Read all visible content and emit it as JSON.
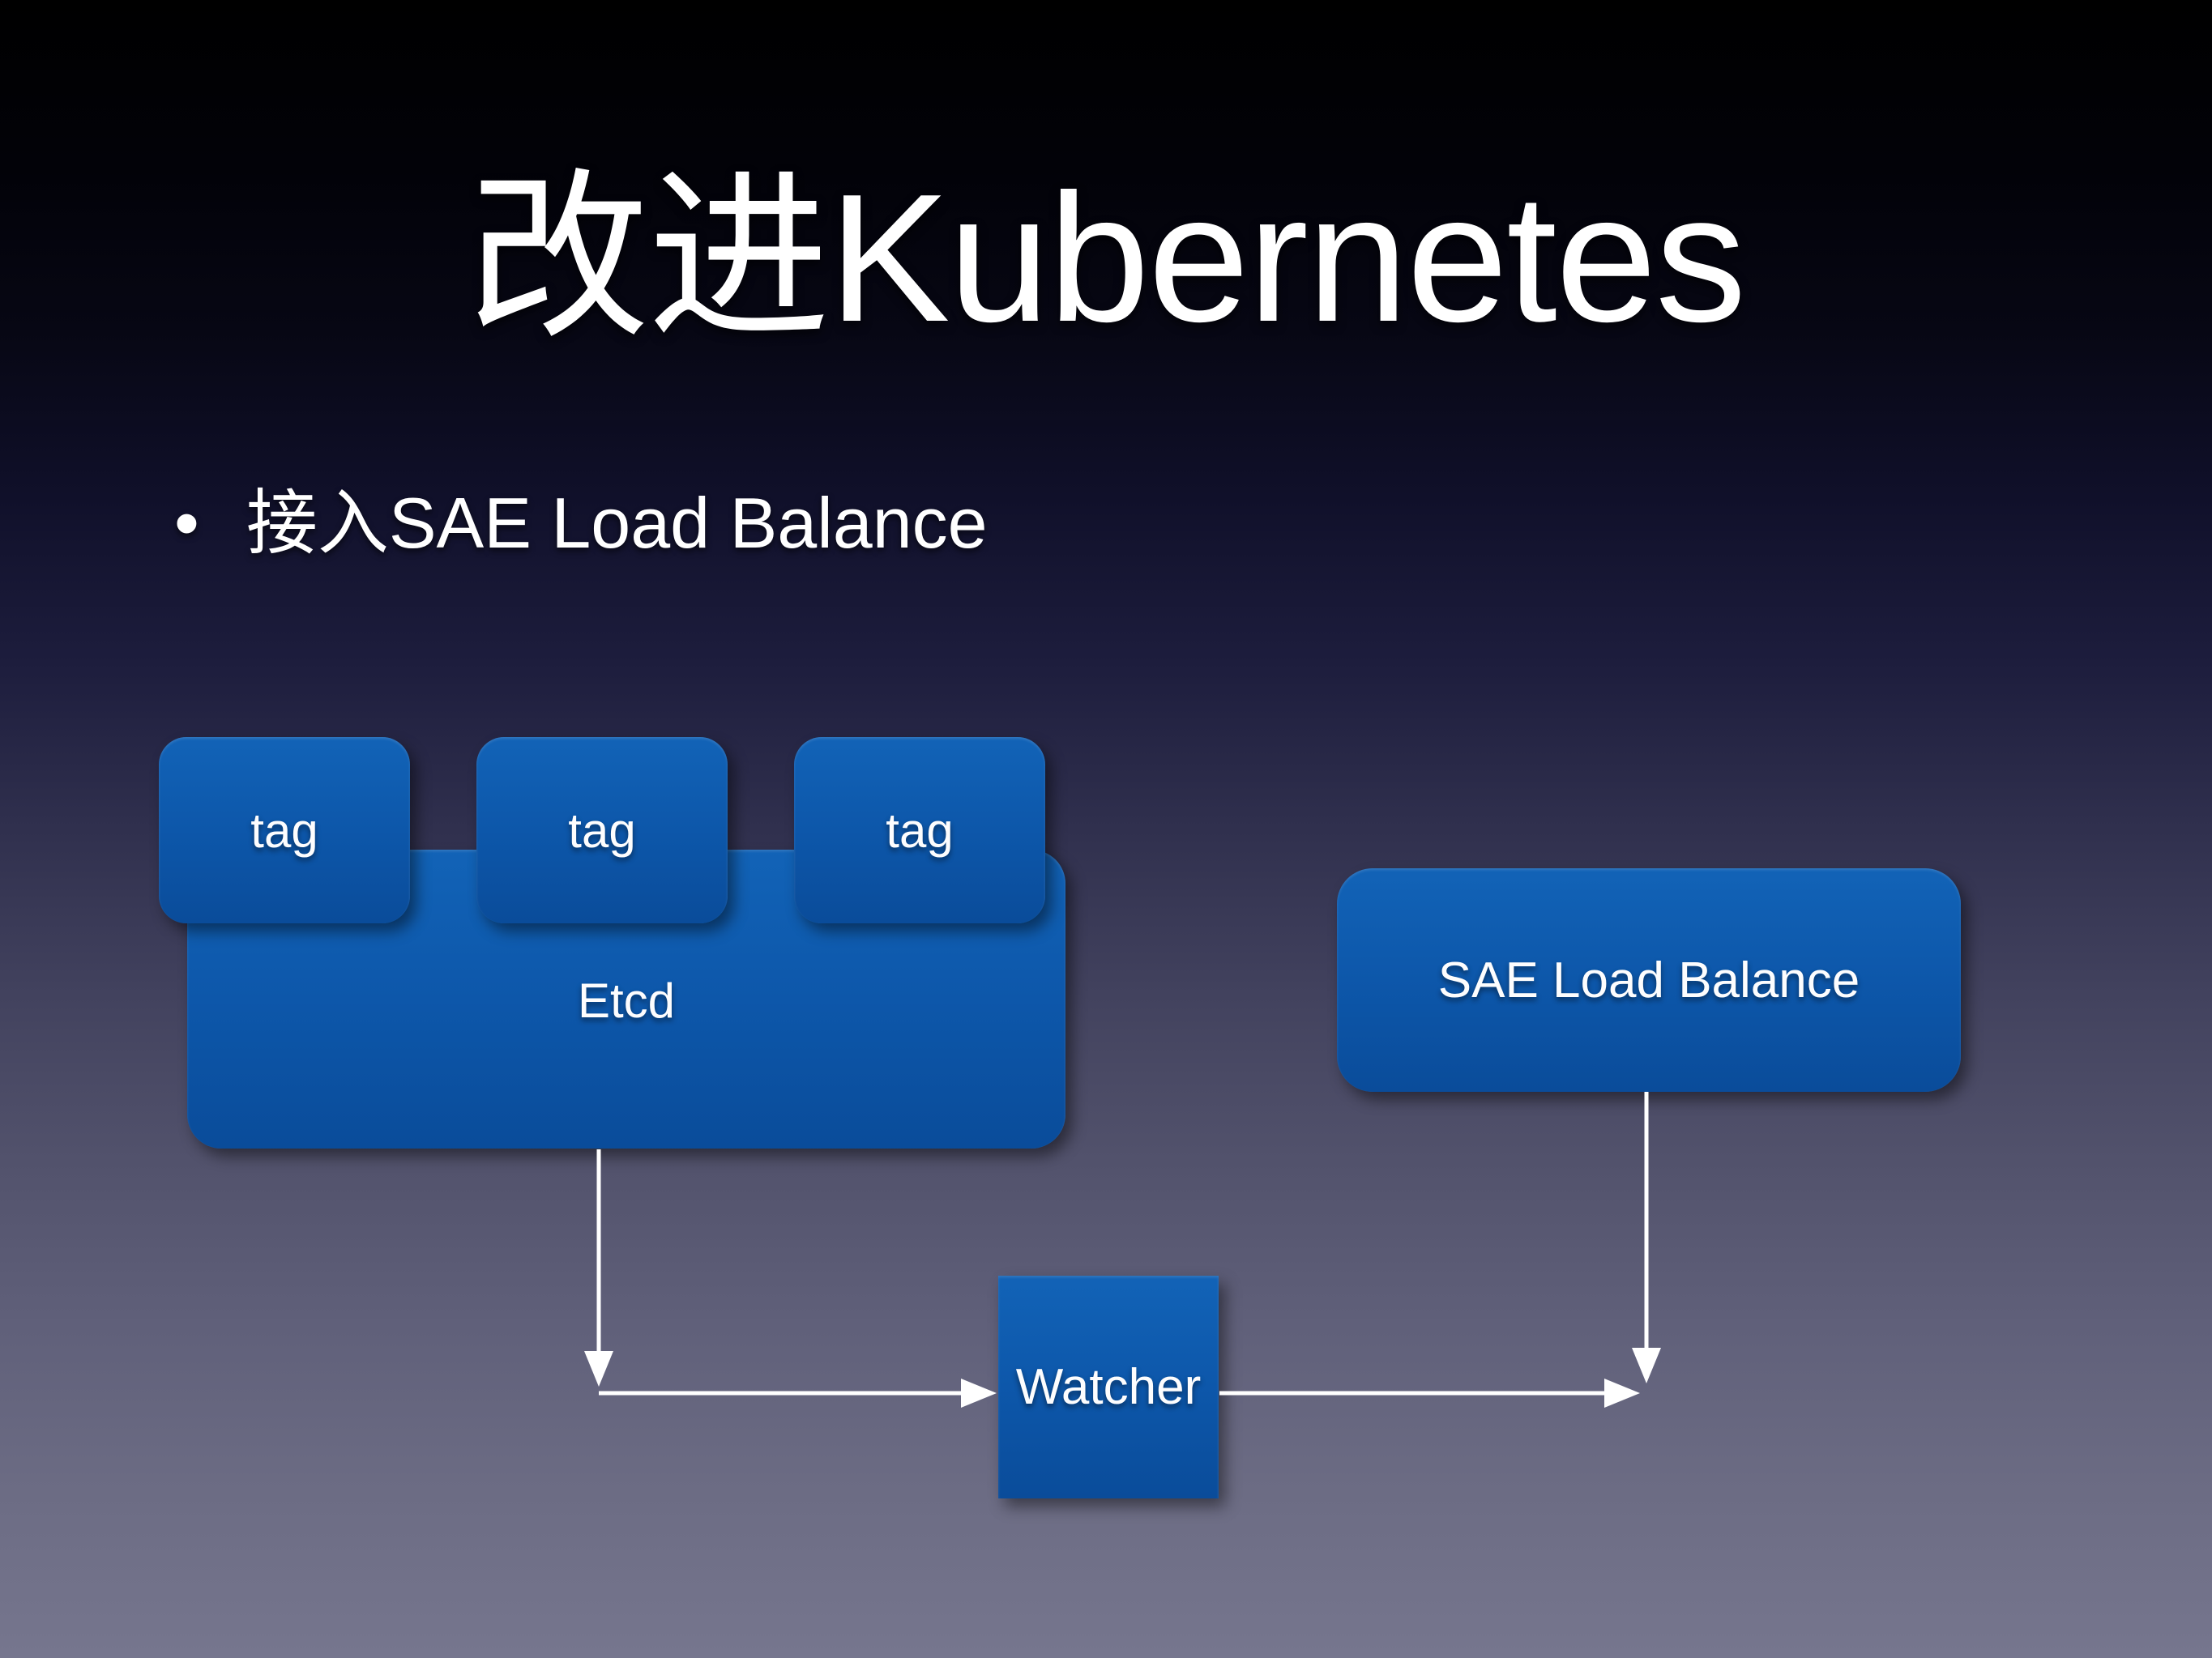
{
  "slide": {
    "title": "改进Kubernetes",
    "bullet": {
      "marker": "•",
      "text": "接入SAE Load Balance"
    }
  },
  "diagram": {
    "tags": [
      {
        "label": "tag"
      },
      {
        "label": "tag"
      },
      {
        "label": "tag"
      }
    ],
    "etcd": {
      "label": "Etcd"
    },
    "sae_load_balance": {
      "label": "SAE Load Balance"
    },
    "watcher": {
      "label": "Watcher"
    },
    "colors": {
      "box_gradient_top": "#1263b7",
      "box_gradient_bottom": "#0a4c9a",
      "arrow": "#ffffff",
      "label_text": "#ffffff",
      "background_top": "#000000",
      "background_bottom": "#76768e"
    }
  }
}
